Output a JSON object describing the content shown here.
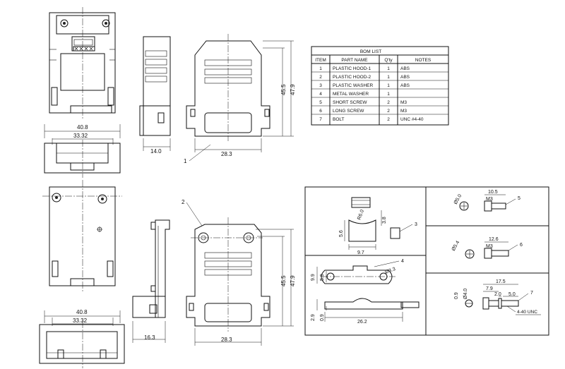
{
  "bom": {
    "title": "BOM LIST",
    "headers": [
      "ITEM",
      "PART NAME",
      "Q'ty",
      "NOTES"
    ],
    "rows": [
      [
        "1",
        "PLASTIC HOOD-1",
        "1",
        "ABS"
      ],
      [
        "2",
        "PLASTIC HOOD-2",
        "1",
        "ABS"
      ],
      [
        "3",
        "PLASTIC WASHER",
        "1",
        "ABS"
      ],
      [
        "4",
        "METAL WASHER",
        "1",
        ""
      ],
      [
        "5",
        "SHORT SCREW",
        "2",
        "M3"
      ],
      [
        "6",
        "LONG SCREW",
        "2",
        "M3"
      ],
      [
        "7",
        "BOLT",
        "2",
        "UNC #4-40"
      ]
    ]
  },
  "dimensions": {
    "top_front_width": "40.8",
    "top_front_inner": "33.32",
    "top_side_depth": "14.0",
    "hood1_width": "28.3",
    "hood1_height_a": "45.5",
    "hood1_height_b": "47.9",
    "bottom_front_width": "40.8",
    "bottom_front_inner": "33.32",
    "bottom_side_depth": "16.3",
    "hood2_width": "28.3",
    "hood2_height_a": "45.5",
    "hood2_height_b": "47.9"
  },
  "callouts": {
    "c1": "1",
    "c2": "2",
    "c3": "3",
    "c4": "4",
    "c5": "5",
    "c6": "6",
    "c7": "7"
  },
  "details": {
    "washer_radius": "R6.0",
    "washer_h": "3.8",
    "washer_side": "5.6",
    "washer_w": "9.7",
    "metal_h1": "9.9",
    "metal_h2": "5.9",
    "metal_hole": "Ø3.3",
    "metal_t1": "2.9",
    "metal_t2": "0.9",
    "metal_len": "26.2",
    "screw5_dia": "Ø5.0",
    "screw5_len": "10.5",
    "screw5_thread": "M3",
    "screw6_dia": "Ø5.4",
    "screw6_len": "12.6",
    "screw6_thread": "M3",
    "bolt_dia": "Ø4.0",
    "bolt_t": "0.9",
    "bolt_len": "17.5",
    "bolt_a": "7.9",
    "bolt_b": "2.0",
    "bolt_c": "5.0",
    "bolt_thread": "4-40 UNC"
  }
}
